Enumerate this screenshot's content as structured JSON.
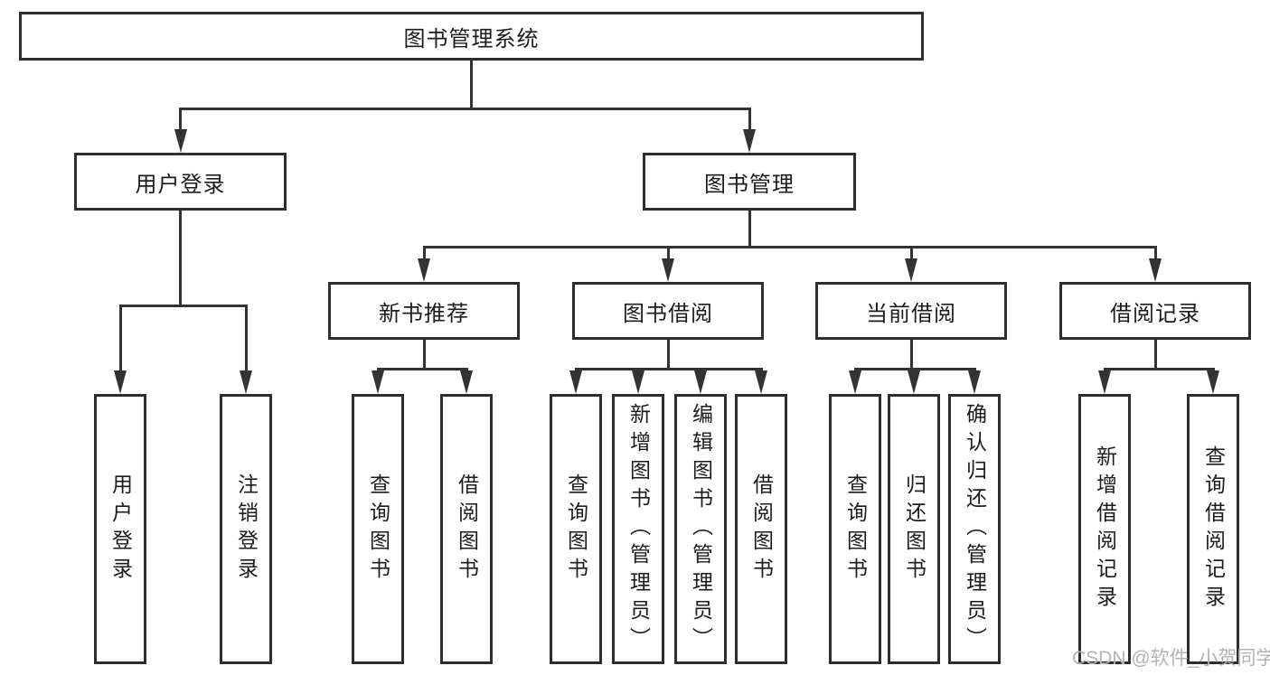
{
  "diagram": {
    "title_node": {
      "label": "图书管理系统"
    },
    "level2": [
      {
        "label": "用户登录"
      },
      {
        "label": "图书管理"
      }
    ],
    "level3": [
      {
        "label": "新书推荐"
      },
      {
        "label": "图书借阅"
      },
      {
        "label": "当前借阅"
      },
      {
        "label": "借阅记录"
      }
    ],
    "leaves": [
      {
        "label": "用户登录"
      },
      {
        "label": "注销登录"
      },
      {
        "label": "查询图书"
      },
      {
        "label": "借阅图书"
      },
      {
        "label": "查询图书"
      },
      {
        "label": "新增图书（管理员）"
      },
      {
        "label": "编辑图书（管理员）"
      },
      {
        "label": "借阅图书"
      },
      {
        "label": "查询图书"
      },
      {
        "label": "归还图书"
      },
      {
        "label": "确认归还（管理员）"
      },
      {
        "label": "新增借阅记录"
      },
      {
        "label": "查询借阅记录"
      }
    ],
    "watermark": "CSDN @软件_小贺同学",
    "colors": {
      "line": "#333333",
      "box_border": "#2e2e2e",
      "text": "#1c1c1c",
      "watermark": "#b3b3b3",
      "background": "#ffffff"
    }
  }
}
